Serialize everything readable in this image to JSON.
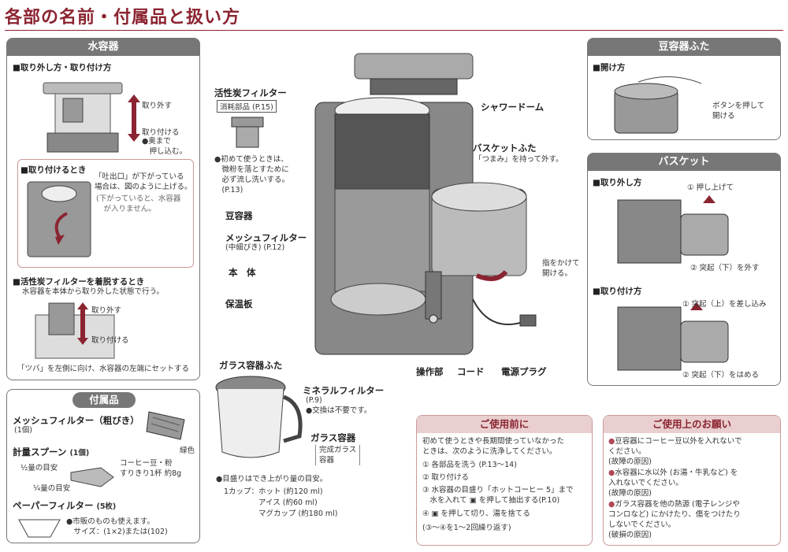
{
  "page_title": "各部の名前・付属品と扱い方",
  "water_container": {
    "header": "水容器",
    "remove_attach_title": "■取り外し方・取り付け方",
    "remove_label": "取り外す",
    "attach_label": "取り付ける",
    "attach_note": "●奥まで\n　押し込む。",
    "when_attaching_title": "■取り付けるとき",
    "when_attaching_text": "「吐出口」が下がっている\n場合は、図のように上げる。",
    "when_attaching_sub": "(下がっていると、水容器\n　が入りません。",
    "carbon_title": "■活性炭フィルターを着脱するとき",
    "carbon_text": "水容器を本体から取り外した状態で行う。",
    "carbon_remove": "取り外す",
    "carbon_attach": "取り付ける",
    "carbon_note": "「ツバ」を左側に向け、水容器の左端にセットする"
  },
  "accessories": {
    "header": "付属品",
    "mesh_filter_label": "メッシュフィルター（粗びき）",
    "mesh_filter_qty": "(1個)",
    "mesh_color": "緑色",
    "spoon_label": "計量スプーン",
    "spoon_qty": "(1個)",
    "spoon_half": "½量の目安",
    "spoon_quarter": "¼量の目安",
    "spoon_note": "コーヒー豆・粉\nすりきり1杯 約8g",
    "paper_label": "ペーパーフィルター",
    "paper_qty": "(5枚)",
    "paper_note": "●市販のものも使えます。\n　サイズ：(1×2)または(102)"
  },
  "main_parts": {
    "carbon_filter": "活性炭フィルター",
    "consumable": "消耗部品 (P.15)",
    "carbon_note": "●初めて使うときは、\n　微粉を落とすために\n　必ず流し洗いする。\n　(P.13)",
    "shower_dome": "シャワードーム",
    "basket_lid": "バスケットふた",
    "basket_lid_note": "「つまみ」を持って外す。",
    "bean_container": "豆容器",
    "mesh_filter": "メッシュフィルター",
    "mesh_filter_sub": "(中細びき) (P.12)",
    "body": "本　体",
    "warmer": "保温板",
    "finger_note": "指をかけて\n開ける。",
    "control": "操作部",
    "cord": "コード",
    "plug": "電源プラグ",
    "carafe_lid": "ガラス容器ふた",
    "mineral_filter": "ミネラルフィルター",
    "mineral_ref": "(P.9)",
    "mineral_note": "●交換は不要です。",
    "glass_container": "ガラス容器",
    "glass_sub": "完成ガラス\n容器",
    "scale_note": "●目盛りはでき上がり量の目安。",
    "scale_hot": "1カップ：ホット (約120 ml)",
    "scale_ice": "アイス (約60 ml)",
    "scale_mug": "マグカップ (約180 ml)"
  },
  "bean_lid": {
    "header": "豆容器ふた",
    "open_title": "■開け方",
    "open_note": "ボタンを押して\n開ける"
  },
  "basket": {
    "header": "バスケット",
    "remove_title": "■取り外し方",
    "step1_remove": "① 押し上げて",
    "step2_remove": "② 突起（下）を外す",
    "attach_title": "■取り付け方",
    "step1_attach": "① 突起（上）を差し込み",
    "step2_attach": "② 突起（下）をはめる"
  },
  "before_use": {
    "header": "ご使用前に",
    "intro": "初めて使うときや長期間使っていなかった\nときは、次のように洗浄してください。",
    "step1": "① 各部品を洗う (P.13〜14)",
    "step2": "② 取り付ける",
    "step3": "③ 水容器の目盛り「ホットコーヒー 5」まで\n　水を入れて ▣ を押して抽出する(P.10)",
    "step4": "④ ▣ を押して切り、湯を捨てる",
    "repeat": "(③〜④を1〜2回繰り返す)"
  },
  "requests": {
    "header": "ご使用上のお願い",
    "items": [
      "豆容器にコーヒー豆以外を入れないで\nください。\n(故障の原因)",
      "水容器に水以外 (お湯・牛乳など) を\n入れないでください。\n(故障の原因)",
      "ガラス容器を他の熱源 (電子レンジや\nコンロなど) にかけたり、傷をつけたり\nしないでください。\n(破損の原因)"
    ]
  },
  "colors": {
    "accent": "#8b2431",
    "panel_gray": "#777777",
    "note_pink": "#e9cfcf"
  }
}
